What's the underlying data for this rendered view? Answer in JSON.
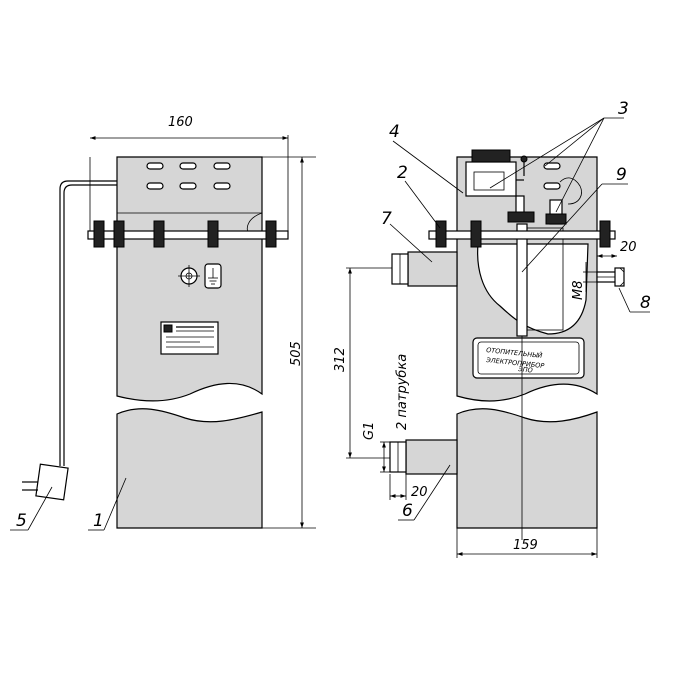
{
  "dimensions": {
    "width_top": "160",
    "height_total": "505",
    "outlet_height": "312",
    "thread": "G1",
    "outlet_count": "2 патрубка",
    "stub_length": "20",
    "side_stub_length": "20",
    "thread_m8": "M8",
    "depth": "159"
  },
  "callouts": {
    "c1": "1",
    "c2": "2",
    "c3": "3",
    "c4": "4",
    "c5": "5",
    "c6": "6",
    "c7": "7",
    "c8": "8",
    "c9": "9"
  },
  "nameplate": {
    "line1": "ОТОПИТЕЛЬНЫЙ",
    "line2": "ЭЛЕКТРОПРИБОР",
    "line3": "ЭПО"
  }
}
